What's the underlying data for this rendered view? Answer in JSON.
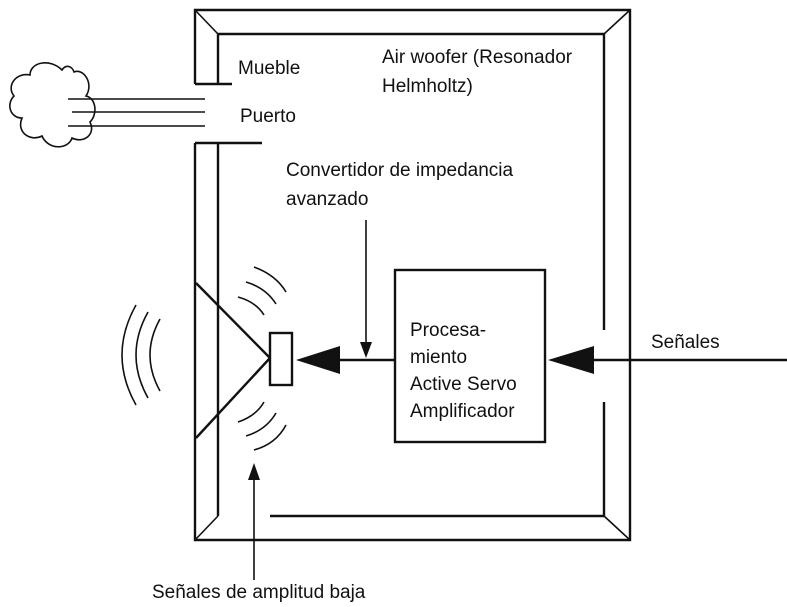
{
  "labels": {
    "mueble": "Mueble",
    "air_woofer_line1": "Air woofer (Resonador",
    "air_woofer_line2": "Helmholtz)",
    "puerto": "Puerto",
    "convertidor_line1": "Convertidor de impedancia",
    "convertidor_line2": "avanzado",
    "procesamiento_line1": "Procesa-",
    "procesamiento_line2": "miento",
    "procesamiento_line3": "Active Servo",
    "procesamiento_line4": "Amplificador",
    "senales": "Señales",
    "senales_amplitud": "Señales de amplitud baja"
  },
  "colors": {
    "stroke": "#111111",
    "background": "#ffffff"
  }
}
